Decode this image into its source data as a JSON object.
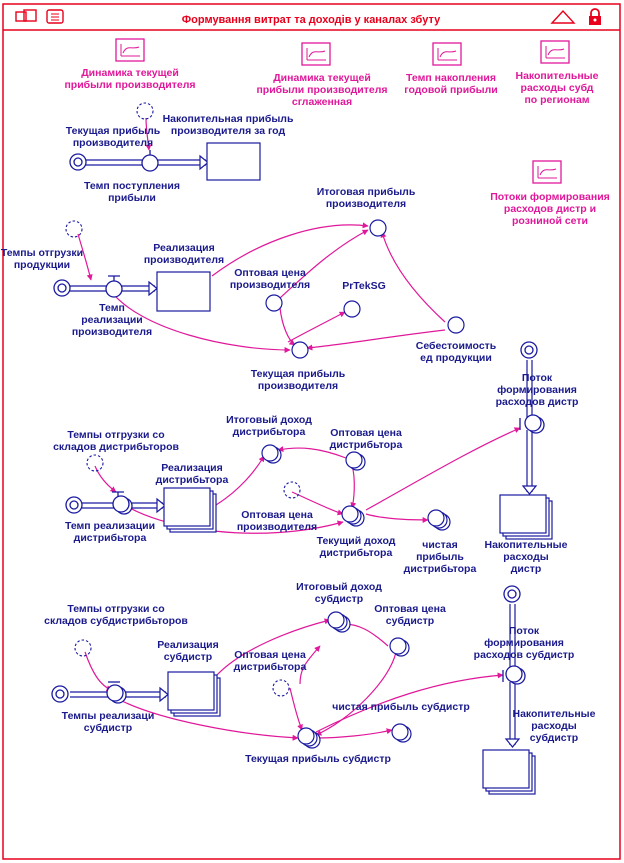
{
  "title": "Формування витрат та доходів у каналах збуту",
  "colors": {
    "flow": "#1a1aa0",
    "link": "#e0189a",
    "title": "#e8001c",
    "graph": "#e0189a"
  },
  "icons": {
    "left1": "window-icon",
    "left2": "grid-icon",
    "right1": "triangle-up-icon",
    "right2": "lock-icon"
  },
  "graphs": [
    {
      "id": "g1",
      "lines": [
        "Динамика текущей",
        "прибыли производителя"
      ]
    },
    {
      "id": "g2",
      "lines": [
        "Динамика текущей",
        "прибыли производителя",
        "сглаженная"
      ]
    },
    {
      "id": "g3",
      "lines": [
        "Темп накопления",
        "годовой прибыли"
      ]
    },
    {
      "id": "g4",
      "lines": [
        "Накопительные",
        "расходы субд",
        "по регионам"
      ]
    },
    {
      "id": "g5",
      "lines": [
        "Потоки формирования",
        "расходов дистр  и",
        "розниной сети"
      ]
    }
  ],
  "labels": {
    "l_tek": [
      "Текущая прибыль",
      "производителя"
    ],
    "l_nak": [
      "Накопительная прибыль",
      "производителя за год"
    ],
    "l_tempP": [
      "Темп поступления",
      "прибыли"
    ],
    "l_itog": [
      "Итоговая прибыль",
      "производителя"
    ],
    "l_tempsOtg": [
      "Темпы отгрузки",
      "продукции"
    ],
    "l_real": [
      "Реализация",
      "производителя"
    ],
    "l_opt": [
      "Оптовая цена",
      "производителя"
    ],
    "l_prtek": [
      "PrTekSG"
    ],
    "l_tempReal": [
      "Темп",
      "реализации",
      "производителя"
    ],
    "l_sebest": [
      "Себестоимость",
      "ед продукции"
    ],
    "l_tekP": [
      "Текущая прибыль",
      "производителя"
    ],
    "l_potokD": [
      "Поток",
      "формирования",
      "расходов дистр"
    ],
    "l_itogD": [
      "Итоговый доход",
      "дистрибьтора"
    ],
    "l_optD": [
      "Оптовая цена",
      "дистрибьтора"
    ],
    "l_otgD": [
      "Темпы отгрузки со",
      "складов дистрибьторов"
    ],
    "l_realD": [
      "Реализация",
      "дистрибьтора"
    ],
    "l_optPD": [
      "Оптовая цена",
      "производителя"
    ],
    "l_tempRD": [
      "Темп реализации",
      "дистрибьтора"
    ],
    "l_tekD": [
      "Текущий доход",
      "дистрибьтора"
    ],
    "l_chistD": [
      "чистая",
      "прибыль",
      "дистрибьтора"
    ],
    "l_nakD": [
      "Накопительные",
      "расходы",
      "дистр"
    ],
    "l_itogS": [
      "Итоговый доход",
      "субдистр"
    ],
    "l_optS": [
      "Оптовая цена",
      "субдистр"
    ],
    "l_otgS": [
      "Темпы отгрузки со",
      "складов субдистрибьторов"
    ],
    "l_potokS": [
      "Поток",
      "формирования",
      "расходов  субдистр"
    ],
    "l_realS": [
      "Реализация",
      "субдистр"
    ],
    "l_optDS": [
      "Оптовая цена",
      "дистрибьтора"
    ],
    "l_tempRS": [
      "Темпы реализаци",
      "субдистр"
    ],
    "l_chistS": [
      "чистая прибыль субдистр"
    ],
    "l_nakS": [
      "Накопительные",
      "расходы",
      "субдистр"
    ],
    "l_tekS": [
      "Текущая прибыль субдистр"
    ]
  }
}
